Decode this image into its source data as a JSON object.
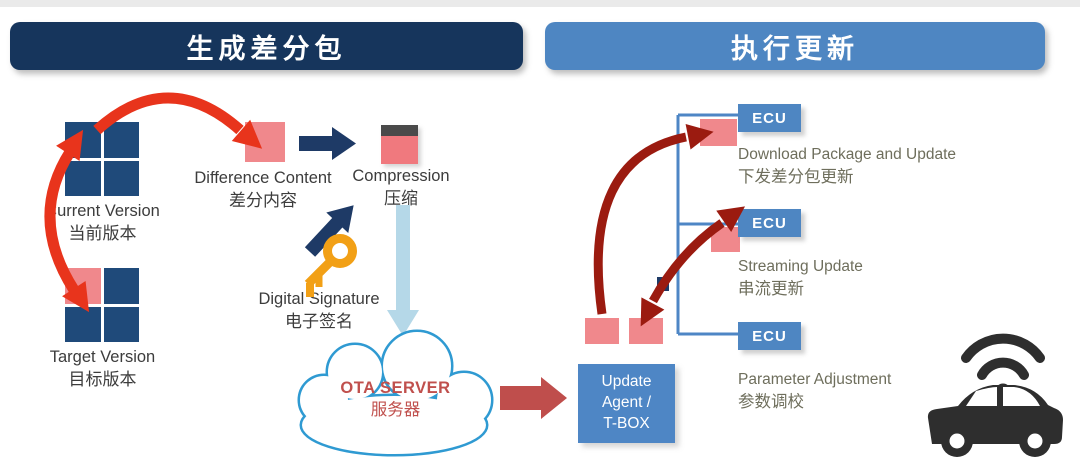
{
  "sections": {
    "generate": {
      "title": "生成差分包"
    },
    "execute": {
      "title": "执行更新"
    }
  },
  "generate": {
    "current_version": {
      "en": "Current Version",
      "zh": "当前版本"
    },
    "target_version": {
      "en": "Target Version",
      "zh": "目标版本"
    },
    "difference_content": {
      "en": "Difference Content",
      "zh": "差分内容"
    },
    "compression": {
      "en": "Compression",
      "zh": "压缩"
    },
    "digital_signature": {
      "en": "Digital Signature",
      "zh": "电子签名"
    },
    "ota_server": {
      "en": "OTA SERVER",
      "zh": "服务器"
    }
  },
  "execute": {
    "update_agent": {
      "lines": [
        "Update",
        "Agent /",
        "T-BOX"
      ]
    },
    "ecus": [
      {
        "box": "ECU",
        "en": "Download Package and Update",
        "zh": "下发差分包更新"
      },
      {
        "box": "ECU",
        "en": "Streaming Update",
        "zh": "串流更新"
      },
      {
        "box": "ECU",
        "en": "Parameter Adjustment",
        "zh": "参数调校"
      }
    ]
  },
  "icons": {
    "key": "key-icon",
    "cloud": "cloud-icon",
    "wifi": "wifi-icon",
    "car": "connected-car-icon"
  },
  "colors": {
    "header_left_bg": "#16355c",
    "header_right_bg": "#4e86c2",
    "navy_square": "#1f4a7a",
    "pink_square": "#f0888c",
    "ecu_box_bg": "#4e86c2",
    "update_agent_bg": "#4e86c5",
    "red_arrow": "#e8341c",
    "dark_red_arrow": "#9b1b10",
    "mid_red_arrow": "#bf4e4c",
    "navy_arrow": "#1e3a66",
    "light_blue_arrow": "#b5d8e8",
    "cloud_outline": "#2f9ad2",
    "ota_text": "#c0504d",
    "key_orange": "#f2a016",
    "tree_line": "#4e86c5",
    "right_caption_text": "#6e6e5c",
    "car_icon": "#2e2e2e"
  }
}
